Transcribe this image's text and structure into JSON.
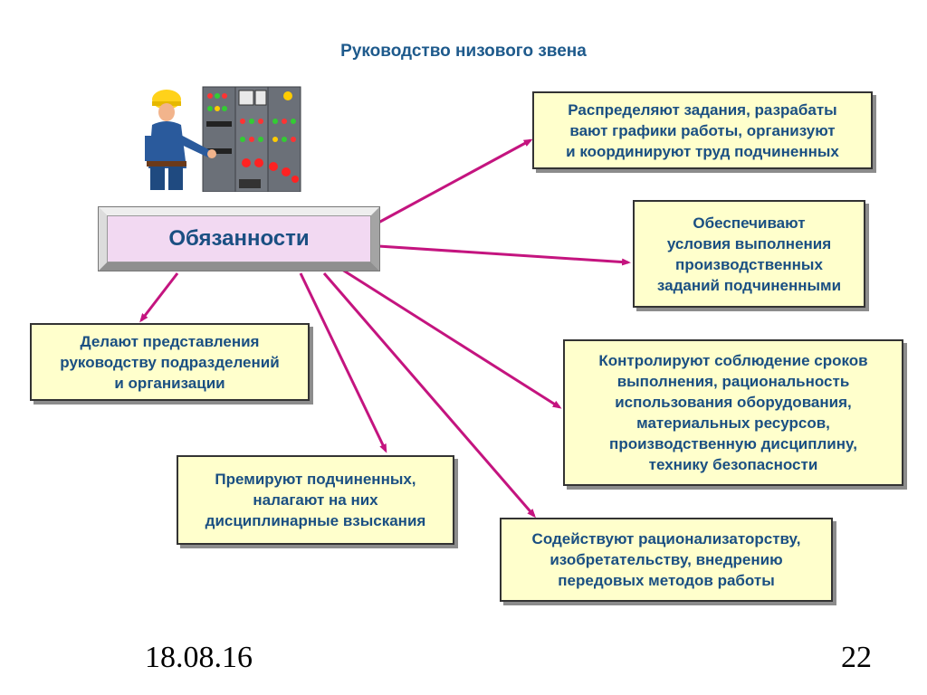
{
  "slide": {
    "title": "Руководство низового звена",
    "center_label": "Обязанности",
    "date": "18.08.16",
    "page_number": "22"
  },
  "duties": [
    {
      "text": "Распределяют задания, разрабаты\nвают графики работы, организуют\nи координируют труд подчиненных"
    },
    {
      "text": "Обеспечивают\nусловия выполнения\nпроизводственных\nзаданий подчиненными"
    },
    {
      "text": "Делают представления\nруководству подразделений\nи организации"
    },
    {
      "text": "Контролируют соблюдение сроков\nвыполнения, рациональность\nиспользования оборудования,\nматериальных ресурсов,\nпроизводственную дисциплину,\nтехнику безопасности"
    },
    {
      "text": "Премируют подчиненных,\nналагают на них\nдисциплинарные взыскания"
    },
    {
      "text": "Содействуют рационализаторству,\nизобретательству, внедрению\nпередовых методов работы"
    }
  ],
  "colors": {
    "arrow": "#c4147f",
    "text": "#1a4f82",
    "box_fill": "#ffffcc",
    "center_fill": "#f2d9f2"
  },
  "icons": {
    "illustration": "worker-at-control-panel-illustration"
  }
}
